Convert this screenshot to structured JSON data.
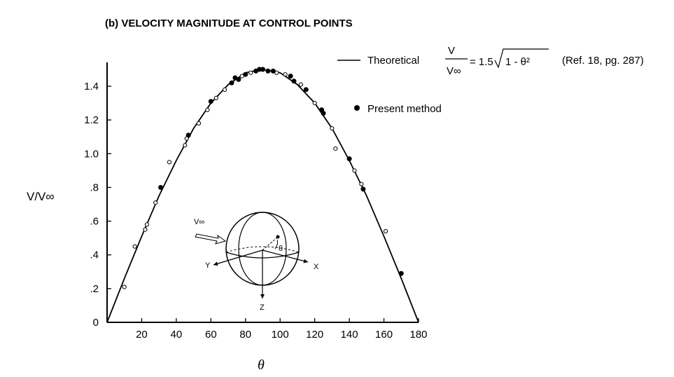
{
  "chart_data": {
    "type": "line",
    "title": "(b) VELOCITY MAGNITUDE AT CONTROL POINTS",
    "xlabel": "θ",
    "ylabel": "V/V∞",
    "xlim": [
      0,
      180
    ],
    "ylim": [
      0,
      1.5
    ],
    "x_ticks": [
      "20",
      "40",
      "60",
      "80",
      "100",
      "120",
      "140",
      "160",
      "180"
    ],
    "y_ticks": [
      "0",
      ".2",
      ".4",
      ".6",
      ".8",
      "1.0",
      "1.2",
      "1.4"
    ],
    "grid": false,
    "legend_position": "top-right",
    "series": [
      {
        "name": "Theoretical",
        "style": "solid-line",
        "formula": "V/V∞ = 1.5 sqrt(1 - θ²)",
        "x": [
          0,
          10,
          20,
          30,
          40,
          50,
          60,
          70,
          80,
          90,
          100,
          110,
          120,
          130,
          140,
          150,
          160,
          170,
          180
        ],
        "y": [
          0,
          0.26,
          0.51,
          0.75,
          0.96,
          1.15,
          1.3,
          1.41,
          1.48,
          1.5,
          1.48,
          1.41,
          1.3,
          1.15,
          0.96,
          0.75,
          0.51,
          0.26,
          0
        ]
      },
      {
        "name": "Present method",
        "style": "markers",
        "points": [
          [
            10,
            0.21,
            "open"
          ],
          [
            16,
            0.45,
            "open"
          ],
          [
            22,
            0.55,
            "open"
          ],
          [
            23,
            0.58,
            "open"
          ],
          [
            28,
            0.71,
            "open"
          ],
          [
            31,
            0.8,
            "filled"
          ],
          [
            36,
            0.95,
            "open"
          ],
          [
            45,
            1.05,
            "open"
          ],
          [
            46,
            1.09,
            "open"
          ],
          [
            47,
            1.11,
            "filled"
          ],
          [
            53,
            1.18,
            "open"
          ],
          [
            58,
            1.26,
            "open"
          ],
          [
            60,
            1.31,
            "filled"
          ],
          [
            63,
            1.33,
            "open"
          ],
          [
            68,
            1.38,
            "open"
          ],
          [
            72,
            1.42,
            "filled"
          ],
          [
            74,
            1.45,
            "filled"
          ],
          [
            76,
            1.44,
            "filled"
          ],
          [
            78,
            1.46,
            "open"
          ],
          [
            80,
            1.47,
            "filled"
          ],
          [
            83,
            1.48,
            "open"
          ],
          [
            86,
            1.49,
            "filled"
          ],
          [
            88,
            1.5,
            "filled"
          ],
          [
            90,
            1.5,
            "filled"
          ],
          [
            93,
            1.49,
            "filled"
          ],
          [
            96,
            1.49,
            "filled"
          ],
          [
            98,
            1.48,
            "open"
          ],
          [
            103,
            1.47,
            "open"
          ],
          [
            106,
            1.46,
            "filled"
          ],
          [
            108,
            1.43,
            "filled"
          ],
          [
            112,
            1.41,
            "open"
          ],
          [
            115,
            1.38,
            "filled"
          ],
          [
            120,
            1.3,
            "open"
          ],
          [
            124,
            1.26,
            "filled"
          ],
          [
            125,
            1.24,
            "filled"
          ],
          [
            130,
            1.15,
            "open"
          ],
          [
            132,
            1.03,
            "open"
          ],
          [
            140,
            0.97,
            "filled"
          ],
          [
            143,
            0.9,
            "open"
          ],
          [
            147,
            0.82,
            "open"
          ],
          [
            148,
            0.79,
            "filled"
          ],
          [
            161,
            0.54,
            "open"
          ],
          [
            170,
            0.29,
            "filled"
          ]
        ]
      }
    ],
    "legend": {
      "theoretical_label": "Theoretical",
      "formula_num": "V",
      "formula_den": "V∞",
      "formula_rhs_prefix": "= 1.5",
      "formula_radicand": "1 - θ²",
      "reference": "(Ref. 18, pg. 287)",
      "present_label": "Present method"
    },
    "inset": {
      "v_label": "V∞",
      "theta_label": "θ",
      "x_axis_label": "X",
      "y_axis_label": "Y",
      "z_axis_label": "Z"
    }
  }
}
